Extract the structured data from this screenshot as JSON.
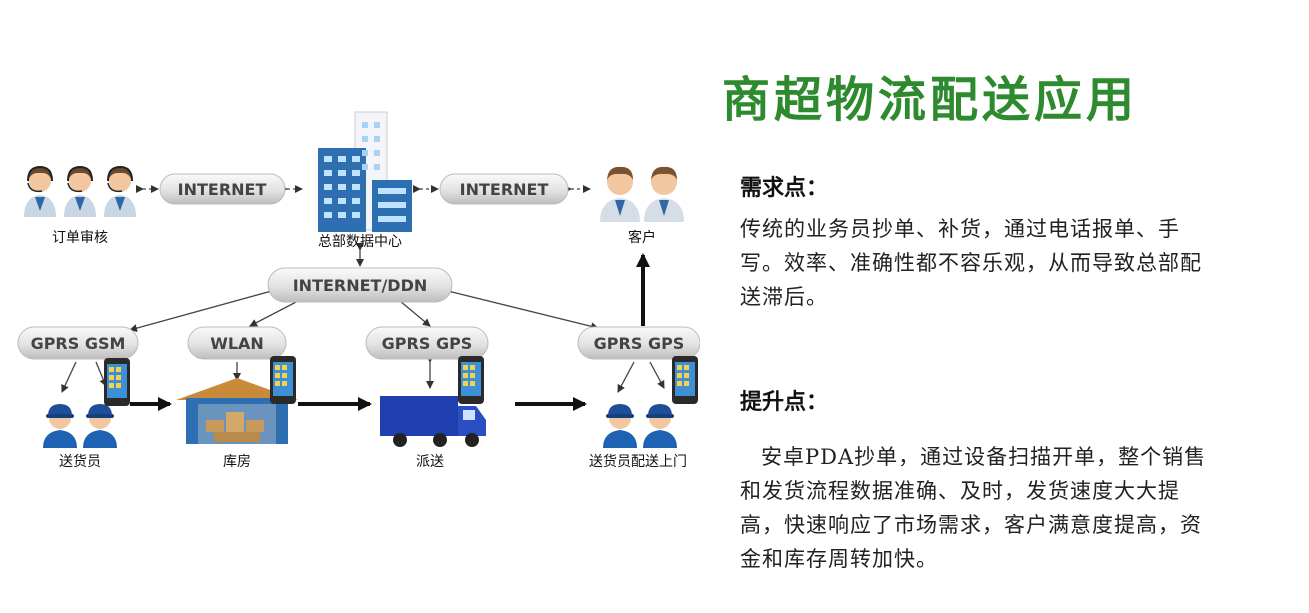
{
  "title": "商超物流配送应用",
  "requirement": {
    "heading": "需求点：",
    "body": "传统的业务员抄单、补货，通过电话报单、手写。效率、准确性都不容乐观，从而导致总部配送滞后。"
  },
  "improvement": {
    "heading": "提升点：",
    "body": "安卓PDA抄单，通过设备扫描开单，整个销售和发货流程数据准确、及时，发货速度大大提高，快速响应了市场需求，客户满意度提高，资金和库存周转加快。"
  },
  "diagram": {
    "nodes": {
      "order_review": "订单审核",
      "data_center": "总部数据中心",
      "customer": "客户",
      "courier": "送货员",
      "warehouse": "库房",
      "dispatch": "派送",
      "courier_delivery": "送货员配送上门"
    },
    "networks": {
      "internet_left": "INTERNET",
      "internet_right": "INTERNET",
      "internet_ddn": "INTERNET/DDN",
      "gprs_gsm": "GPRS GSM",
      "wlan": "WLAN",
      "gprs_gps_1": "GPRS GPS",
      "gprs_gps_2": "GPRS GPS"
    },
    "colors": {
      "title_green": "#2e8a2e",
      "building_blue": "#2d6fb0",
      "truck_blue": "#1f3fae",
      "courier_blue": "#1e63b3"
    }
  }
}
